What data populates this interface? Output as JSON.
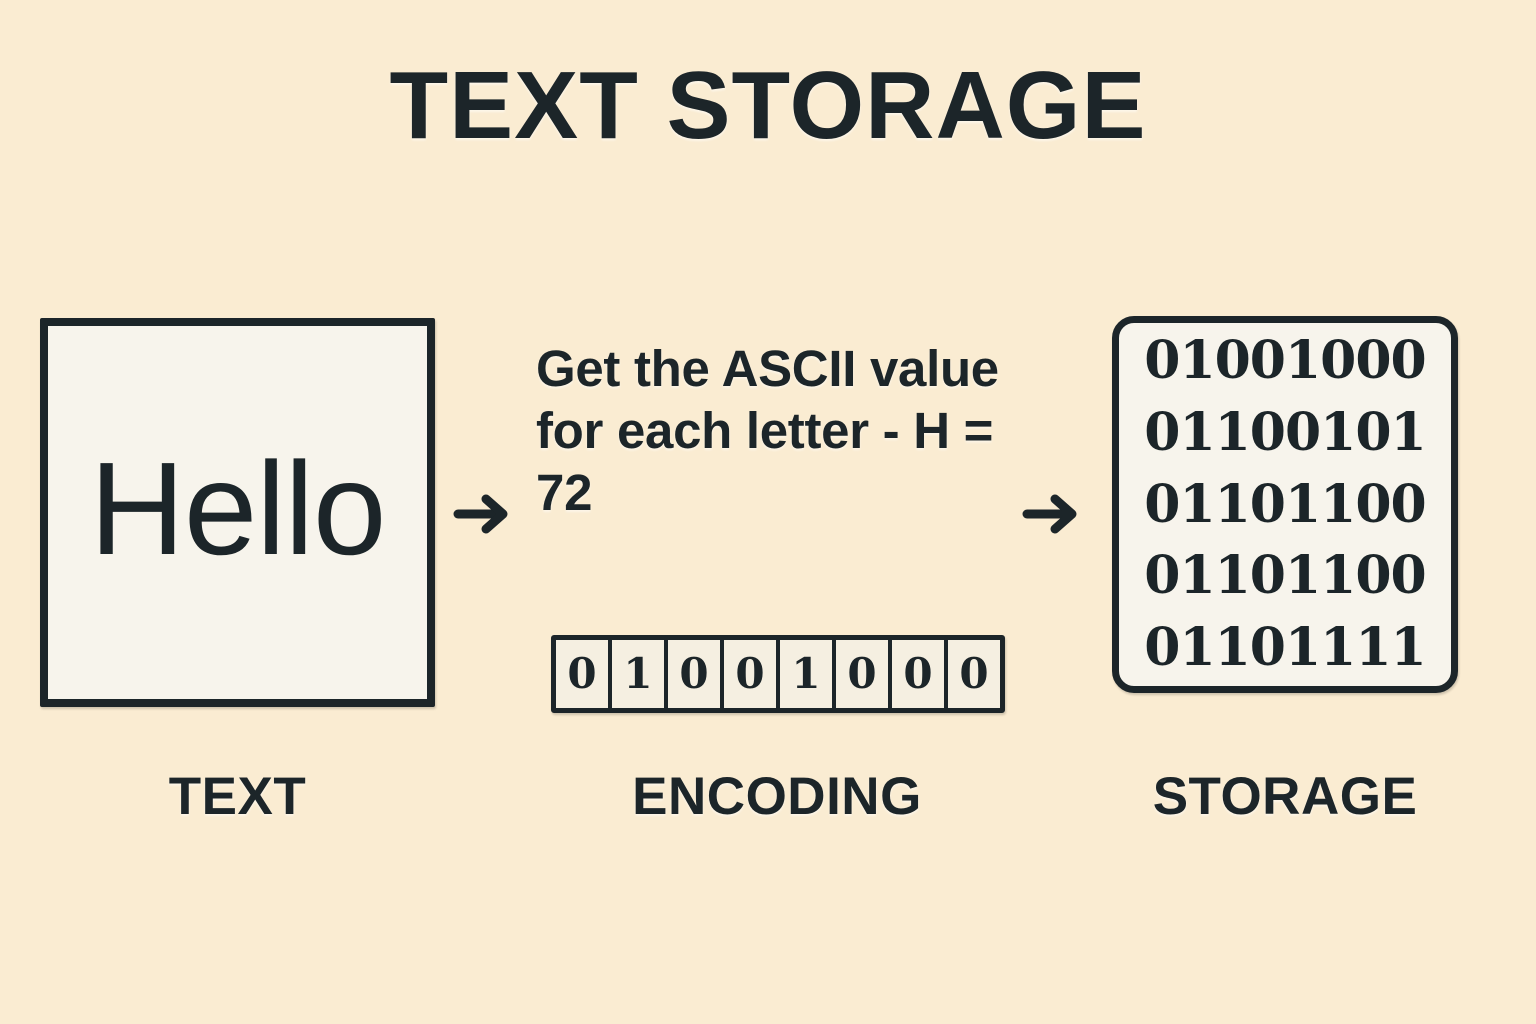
{
  "title": "TEXT STORAGE",
  "colors": {
    "background": "#faecd2",
    "ink": "#1c2529",
    "panel_fill": "#f7f4ec",
    "cell_fill": "#f5efe1"
  },
  "stages": {
    "text": {
      "box_value": "Hello",
      "label": "TEXT"
    },
    "encoding": {
      "caption": "Get the ASCII value for each letter - H = 72",
      "bits": [
        "0",
        "1",
        "0",
        "0",
        "1",
        "0",
        "0",
        "0"
      ],
      "label": "ENCODING"
    },
    "storage": {
      "bytes": [
        "01001000",
        "01100101",
        "01101100",
        "01101100",
        "01101111"
      ],
      "label": "STORAGE"
    }
  },
  "arrows": [
    {
      "name": "arrow-text-to-encoding",
      "glyph": "right-arrow-icon"
    },
    {
      "name": "arrow-encoding-to-storage",
      "glyph": "right-arrow-icon"
    }
  ]
}
